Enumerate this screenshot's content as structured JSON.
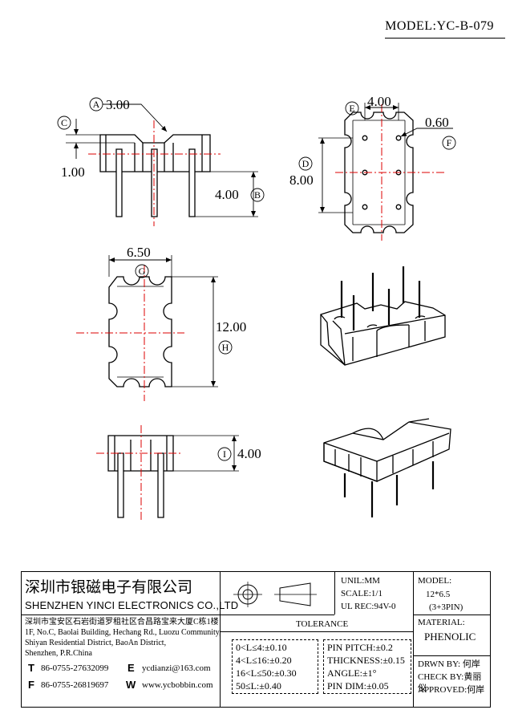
{
  "header": {
    "model": "MODEL:YC-B-079"
  },
  "dimensions": {
    "a_value": "3.00",
    "c_value": "1.00",
    "b_value": "4.00",
    "e_value": "4.00",
    "f_value": "0.60",
    "d_value": "8.00",
    "g_value": "6.50",
    "h_value": "12.00",
    "i_value": "4.00"
  },
  "callouts": [
    "A",
    "B",
    "C",
    "D",
    "E",
    "F",
    "G",
    "H",
    "I"
  ],
  "title_block": {
    "company_cn": "深圳市银磁电子有限公司",
    "company_en": "SHENZHEN YINCI ELECTRONICS CO.,LTD",
    "address_lines": [
      "深圳市宝安区石岩街道罗租社区合昌路宝来大厦C栋1楼",
      "1F, No.C, Baolai Building, Hechang Rd., Luozu Community,",
      "Shiyan Residential District, BaoAn District,",
      "Shenzhen, P.R.China"
    ],
    "phone1_icon": "T",
    "phone1": "86-0755-27632099",
    "phone2_icon": "F",
    "phone2": "86-0755-26819697",
    "email_icon": "E",
    "email": "ycdianzi@163.com",
    "web_icon": "W",
    "web": "www.ycbobbin.com",
    "unit": "UNIL:MM",
    "scale": "SCALE:1/1",
    "ul_rec": "UL REC:94V-0",
    "model_label": "MODEL:",
    "model_size": "12*6.5",
    "model_pins": "(3+3PIN)",
    "material_label": "MATERIAL:",
    "material": "PHENOLIC",
    "tolerance_title": "TOLERANCE",
    "tolerances_left": [
      "0<L≤4:±0.10",
      "4<L≤16:±0.20",
      "16<L≤50:±0.30",
      "50≤L:±0.40"
    ],
    "tolerances_right": [
      "PIN PITCH:±0.2",
      "THICKNESS:±0.15",
      "ANGLE:±1°",
      "PIN DIM:±0.05"
    ],
    "drawn_by": "DRWN BY: 何岸",
    "check_by": "CHECK BY:黄丽仪",
    "approved": "APPROVED:何岸"
  }
}
